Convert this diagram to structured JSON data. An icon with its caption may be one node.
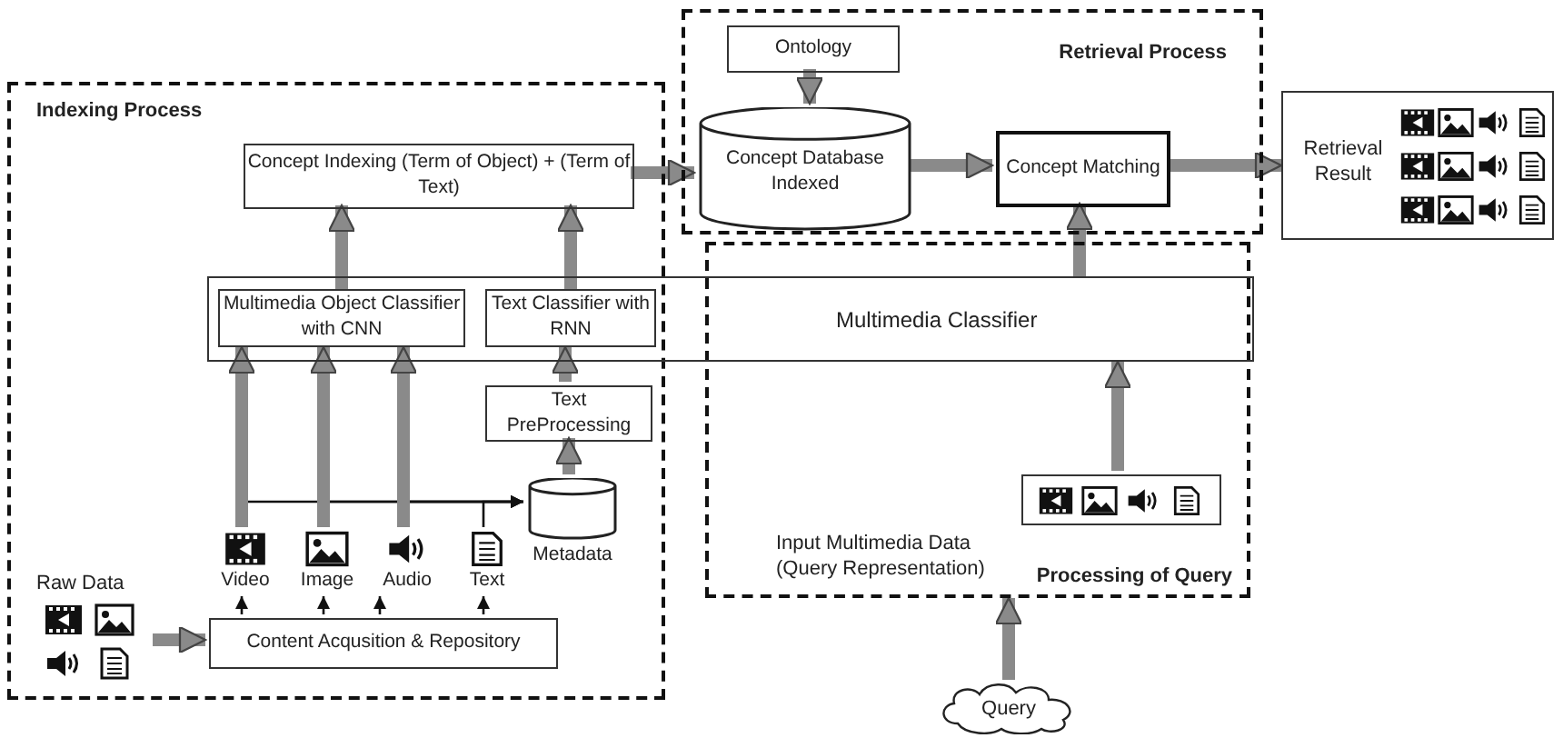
{
  "diagram": {
    "nodes": [
      {
        "text": [
          "Indexing Process"
        ]
      },
      {
        "text": [
          "Retrieval Process"
        ]
      },
      {
        "text": [
          "Processing of Query"
        ]
      },
      {
        "text": [
          "Concept Indexing (Term of Object) + (Term of Text)"
        ],
        "in": 0
      },
      {
        "text": [
          "Multimedia Classifier"
        ]
      },
      {
        "text": [
          "Multimedia Object Classifier with CNN"
        ]
      },
      {
        "text": [
          "Text Classifier with RNN"
        ]
      },
      {
        "text": [
          "Text PreProcessing"
        ],
        "in": 0
      },
      {
        "text": [
          "Metadata"
        ],
        "in": 0
      },
      {
        "text": [
          "Video"
        ],
        "in": 0
      },
      {
        "text": [
          "Image"
        ],
        "in": 0
      },
      {
        "text": [
          "Audio"
        ],
        "in": 0
      },
      {
        "text": [
          "Text"
        ],
        "in": 0
      },
      {
        "text": [
          "Content Acqusition & Repository"
        ],
        "in": 0
      },
      {
        "text": [
          "Raw Data"
        ],
        "in": 0
      },
      {
        "text": [
          "Ontology"
        ],
        "in": 1
      },
      {
        "text": [
          "Concept Database Indexed"
        ],
        "in": 1
      },
      {
        "text": [
          "Concept Matching"
        ],
        "in": 1
      },
      {
        "text": [
          "Retrieval Result"
        ]
      },
      {
        "text": [],
        "shape": "box",
        "in": 2,
        "beside": [
          "Input Multimedia Data (Query Representation)"
        ]
      },
      {
        "text": [
          "Query"
        ]
      }
    ],
    "edges": [
      {
        "from": 14,
        "to": 13,
        "arrow": "to"
      },
      {
        "from": 13,
        "to": 9,
        "arrow": "to",
        "color": "#111111"
      },
      {
        "from": 13,
        "to": 10,
        "arrow": "to",
        "color": "#111111"
      },
      {
        "from": 13,
        "to": 11,
        "arrow": "to",
        "color": "#111111"
      },
      {
        "from": 13,
        "to": 12,
        "arrow": "to",
        "color": "#111111"
      },
      {
        "from": 9,
        "to": 8,
        "arrow": "to",
        "color": "#111111"
      },
      {
        "from": 10,
        "to": 8,
        "arrow": "to",
        "color": "#111111"
      },
      {
        "from": 11,
        "to": 8,
        "arrow": "to",
        "color": "#111111"
      },
      {
        "from": 12,
        "to": 8,
        "arrow": "to",
        "color": "#111111"
      },
      {
        "from": 9,
        "to": 5,
        "arrow": "to"
      },
      {
        "from": 10,
        "to": 5,
        "arrow": "to"
      },
      {
        "from": 11,
        "to": 5,
        "arrow": "to"
      },
      {
        "from": 8,
        "to": 7,
        "arrow": "to"
      },
      {
        "from": 7,
        "to": 6,
        "arrow": "to"
      },
      {
        "from": 5,
        "to": 3,
        "arrow": "to"
      },
      {
        "from": 6,
        "to": 3,
        "arrow": "to"
      },
      {
        "from": 3,
        "to": 16,
        "arrow": "to"
      },
      {
        "from": 15,
        "to": 16,
        "arrow": "to"
      },
      {
        "from": 16,
        "to": 17,
        "arrow": "to"
      },
      {
        "from": 17,
        "to": 18,
        "arrow": "to"
      },
      {
        "from": 4,
        "to": 17,
        "arrow": "to"
      },
      {
        "from": 19,
        "to": 4,
        "arrow": "to"
      },
      {
        "from": 20,
        "to": 2,
        "arrow": "to"
      }
    ]
  }
}
